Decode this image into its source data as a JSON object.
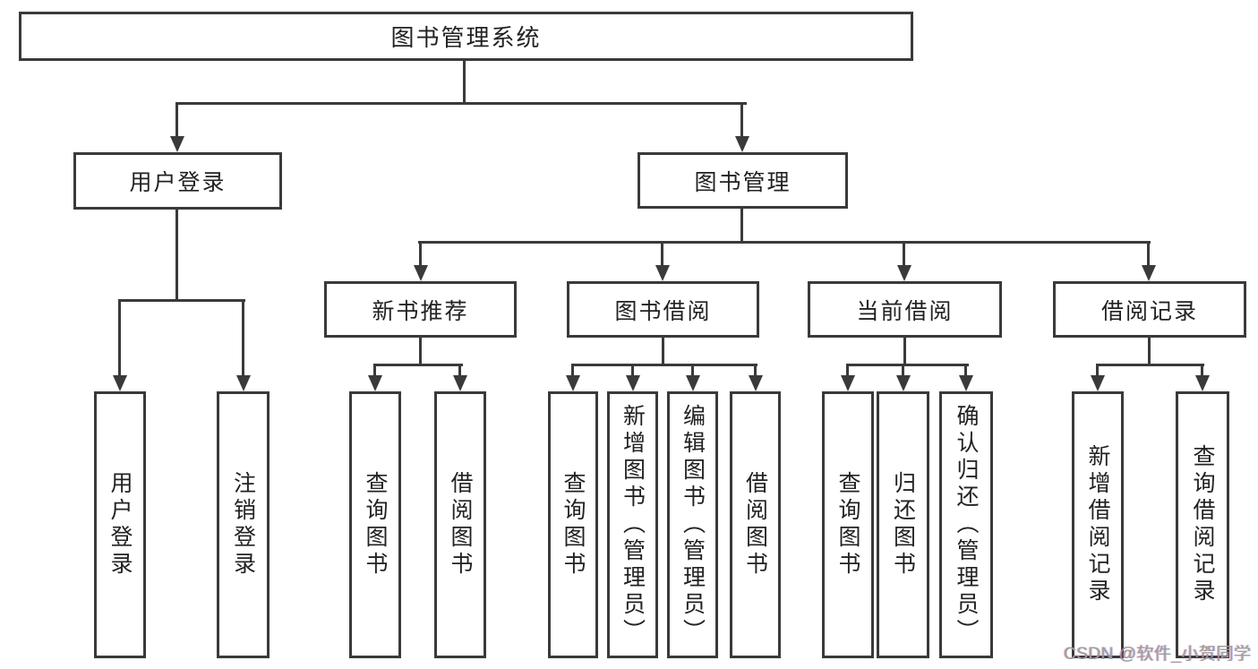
{
  "diagram": {
    "title": "图书管理系统",
    "level2": {
      "user_login": "用户登录",
      "book_mgmt": "图书管理"
    },
    "level3": {
      "new_book": "新书推荐",
      "book_borrow": "图书借阅",
      "current_borrow": "当前借阅",
      "borrow_record": "借阅记录"
    },
    "leaves": {
      "user_login": [
        "用户登录",
        "注销登录"
      ],
      "new_book": [
        "查询图书",
        "借阅图书"
      ],
      "book_borrow": [
        "查询图书",
        "新增图书（管理员）",
        "编辑图书（管理员）",
        "借阅图书"
      ],
      "current_borrow": [
        "查询图书",
        "归还图书",
        "确认归还（管理员）"
      ],
      "borrow_record": [
        "新增借阅记录",
        "查询借阅记录"
      ]
    }
  },
  "watermark": {
    "text": "CSDN @软件_小贺同学"
  },
  "colors": {
    "line": "#3a3a3a",
    "text": "#222222",
    "watermark": "#9e9e9e",
    "background": "#ffffff"
  }
}
